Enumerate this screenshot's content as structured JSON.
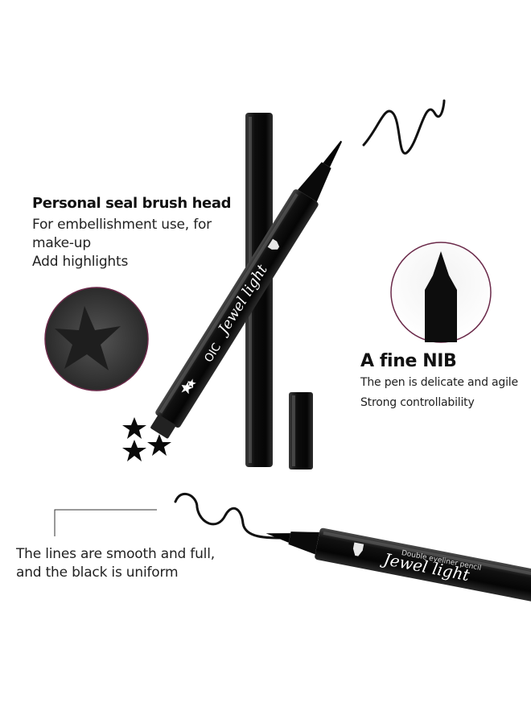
{
  "seal": {
    "heading": "Personal seal brush head",
    "line1": "For embellishment use, for",
    "line2": "make-up",
    "line3": "Add highlights"
  },
  "nib": {
    "heading": "A fine NIB",
    "line1": "The pen is delicate and agile",
    "line2": "Strong controllability"
  },
  "lines": {
    "line1": "The lines are smooth and full,",
    "line2": "and the black is uniform"
  },
  "pen": {
    "brand": "OIC",
    "script": "Jewel light",
    "caption": "Double eyeliner pencil"
  },
  "colors": {
    "pen_body": "#0d0d0d",
    "pen_highlight": "#5a5a5a",
    "circle_border": "#6b2a4a",
    "text": "#1a1a1a",
    "accent_line": "#222222"
  }
}
